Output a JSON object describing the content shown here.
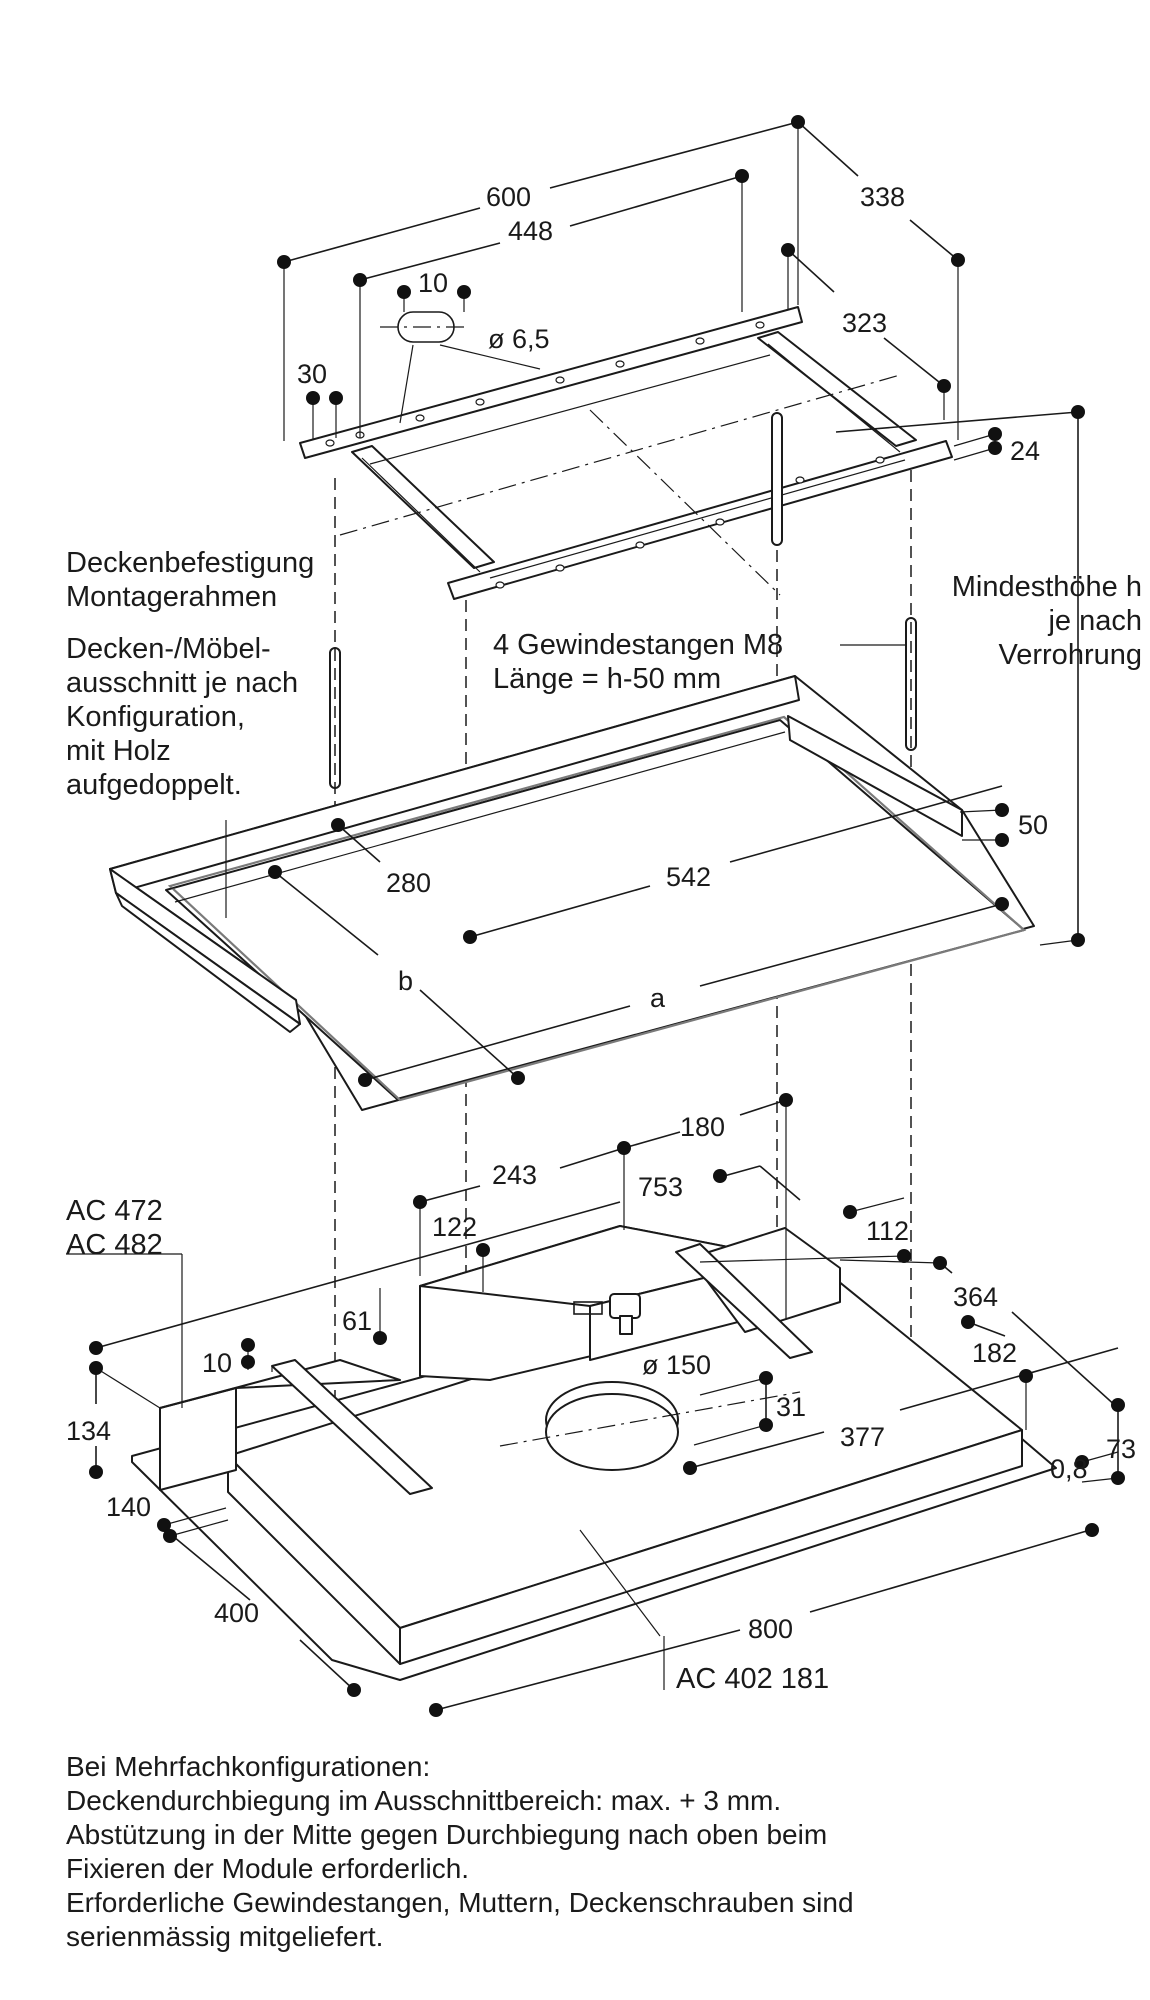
{
  "dimensions": {
    "d600": "600",
    "d448": "448",
    "d338": "338",
    "d323": "323",
    "d10_top": "10",
    "d6_5": "ø 6,5",
    "d30": "30",
    "d24": "24",
    "d280": "280",
    "d542": "542",
    "d50": "50",
    "b": "b",
    "a": "a",
    "d180": "180",
    "d243": "243",
    "d753": "753",
    "d122": "122",
    "d112": "112",
    "d364": "364",
    "d61": "61",
    "d182": "182",
    "d10_low": "10",
    "d150": "ø 150",
    "d31": "31",
    "d134": "134",
    "d377": "377",
    "d73": "73",
    "d0_8": "0,8",
    "d140": "140",
    "d400": "400",
    "d800": "800"
  },
  "labels": {
    "mounting_line1": "Deckenbefestigung",
    "mounting_line2": "Montagerahmen",
    "cutout_line1": "Decken-/Möbel-",
    "cutout_line2": "ausschnitt je nach",
    "cutout_line3": "Konfiguration,",
    "cutout_line4": "mit Holz",
    "cutout_line5": "aufgedoppelt.",
    "rods_line1": "4 Gewindestangen M8",
    "rods_line2": "Länge = h-50 mm",
    "minheight_line1": "Mindesthöhe h",
    "minheight_line2": "je nach",
    "minheight_line3": "Verrohrung",
    "ac472": "AC 472",
    "ac482": "AC 482",
    "ac402": "AC 402 181"
  },
  "notes": [
    "Bei Mehrfachkonfigurationen:",
    "Deckendurchbiegung im Ausschnittbereich: max. + 3 mm.",
    "Abstützung in der Mitte gegen Durchbiegung nach oben beim",
    "Fixieren der Module erforderlich.",
    "Erforderliche Gewindestangen, Muttern, Deckenschrauben sind",
    "serienmässig mitgeliefert."
  ]
}
